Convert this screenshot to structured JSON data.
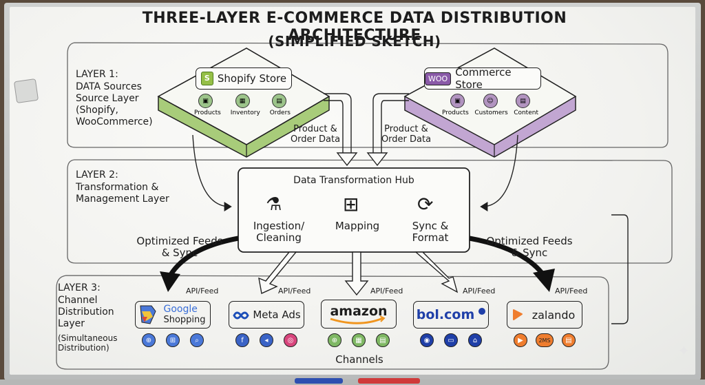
{
  "title_line1": "THREE-LAYER E-COMMERCE DATA DISTRIBUTION ARCHITECTURE",
  "title_line2": "(SIMPLIFIED SKETCH)",
  "layers": {
    "l1": {
      "heading": "LAYER 1:",
      "text": "DATA Sources\nSource Layer\n(Shopify,\nWooCommerce)"
    },
    "l2": {
      "heading": "LAYER 2:",
      "text": "Transformation &\nManagement Layer"
    },
    "l3": {
      "heading": "LAYER 3:",
      "text": "Channel\nDistribution\nLayer",
      "note": "(Simultaneous\nDistribution)"
    }
  },
  "sources": {
    "shopify": {
      "name": "Shopify Store",
      "items": [
        "Products",
        "Inventory",
        "Orders"
      ]
    },
    "woo": {
      "logo": "WOO",
      "name": "Commerce Store",
      "items": [
        "Products",
        "Customers",
        "Content"
      ]
    }
  },
  "flow_left": "Product &\nOrder Data",
  "flow_right": "Product &\nOrder Data",
  "hub": {
    "title": "Data Transformation Hub",
    "steps": [
      "Ingestion/\nCleaning",
      "Mapping",
      "Sync &\nFormat"
    ]
  },
  "feeds_left": "Optimized Feeds\n& Sync",
  "feeds_right": "Optimized Feeds\n& Sync",
  "api_label": "API/Feed",
  "channels": {
    "google": {
      "line1": "Google",
      "line2": "Shopping"
    },
    "meta": {
      "name": "Meta Ads"
    },
    "amazon": {
      "name": "amazon"
    },
    "bol": {
      "name": "bol.com"
    },
    "zalando": {
      "name": "zalando",
      "badge": "2MS"
    }
  },
  "channels_caption": "Channels",
  "colors": {
    "shopify_green": "#a8cc7a",
    "woo_purple": "#c2a6d2",
    "google_blue": "#4a78d8",
    "zalando_orange": "#ef7d2e",
    "bol_blue": "#1f3fa8"
  }
}
